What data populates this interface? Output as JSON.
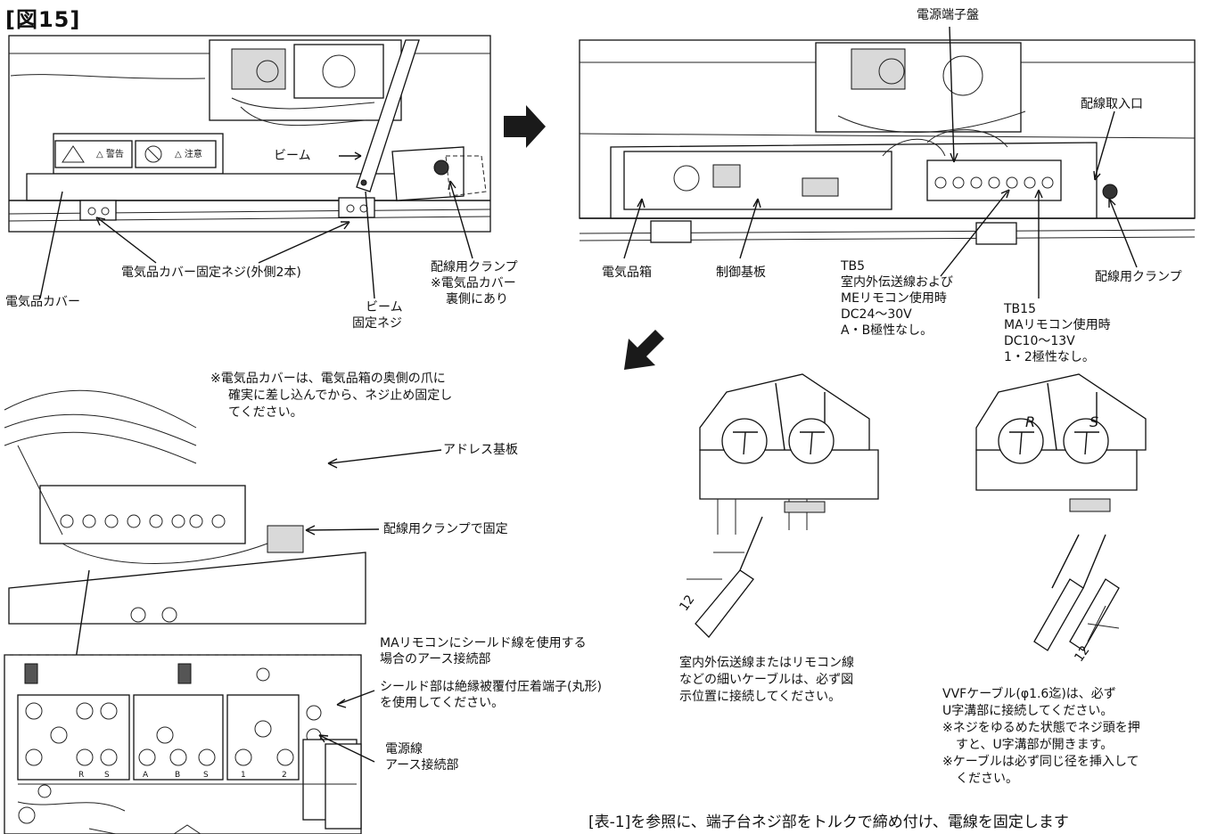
{
  "figure": {
    "title": "[図15]"
  },
  "top_left": {
    "beam": "ビーム",
    "cover": "電気品カバー",
    "cover_screws": "電気品カバー固定ネジ(外側2本)",
    "beam_screw": [
      "ビーム",
      "固定ネジ"
    ],
    "clamp": [
      "配線用クランプ",
      "※電気品カバー",
      "裏側にあり"
    ],
    "warning_label": "△ 警告",
    "caution_label": "△ 注意"
  },
  "top_right": {
    "terminal": "電源端子盤",
    "inlet": "配線取入口",
    "box": "電気品箱",
    "board": "制御基板",
    "clamp": "配線用クランプ",
    "tb5": [
      "TB5",
      "室内外伝送線および",
      "MEリモコン使用時",
      "DC24〜30V",
      "A・B極性なし。"
    ],
    "tb15": [
      "TB15",
      "MAリモコン使用時",
      "DC10〜13V",
      "1・2極性なし。"
    ]
  },
  "middle_left": {
    "note": [
      "※電気品カバーは、電気品箱の奥側の爪に",
      "確実に差し込んでから、ネジ止め固定し",
      "てください。"
    ],
    "address_board": "アドレス基板",
    "clamp_fix": "配線用クランプで固定"
  },
  "bottom_left": {
    "shield": [
      "MAリモコンにシールド線を使用する",
      "場合のアース接続部"
    ],
    "shield_note": [
      "シールド部は絶縁被覆付圧着端子(丸形)",
      "を使用してください。"
    ],
    "power_earth": [
      "電源線",
      "アース接続部"
    ],
    "terminal_letters": [
      "R",
      "S",
      "A",
      "B",
      "S",
      "1",
      "2"
    ]
  },
  "right_detail": {
    "left_caption": [
      "室内外伝送線またはリモコン線",
      "などの細いケーブルは、必ず図",
      "示位置に接続してください。"
    ],
    "right_caption": [
      "VVFケーブル(φ1.6迄)は、必ず",
      "U字溝部に接続してください。",
      "※ネジをゆるめた状態でネジ頭を押",
      "すと、U字溝部が開きます。",
      "※ケーブルは必ず同じ径を挿入して",
      "ください。"
    ],
    "dim_left": "12",
    "dim_right": "12",
    "cap_r": "R",
    "cap_s": "S"
  },
  "footer": {
    "text": "[表-1]を参照に、端子台ネジ部をトルクで締め付け、電線を固定します"
  },
  "colors": {
    "ink": "#111111",
    "arrow": "#1a1a1a",
    "shade": "#d9d9d9"
  }
}
